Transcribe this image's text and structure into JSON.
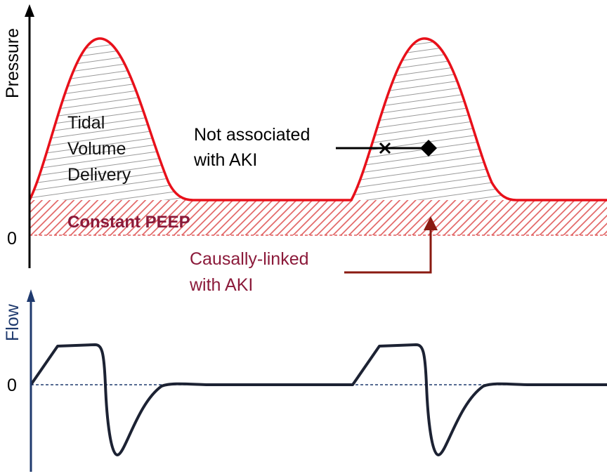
{
  "pressure_panel": {
    "y_axis_label": "Pressure",
    "zero_label": "0",
    "tidal_label_lines": [
      "Tidal",
      "Volume",
      "Delivery"
    ],
    "peep_label": "Constant PEEP",
    "annotation_not_associated_lines": [
      "Not associated",
      "with AKI"
    ],
    "annotation_causal_lines": [
      "Causally-linked",
      "with AKI"
    ]
  },
  "flow_panel": {
    "y_axis_label": "Flow",
    "zero_label": "0"
  },
  "colors": {
    "pressure_curve": "#e8101a",
    "peep_fill": "#e05a5a",
    "peep_text": "#8b1a3a",
    "causal_text": "#8b1a3a",
    "causal_arrow": "#8a1a10",
    "flow_axis": "#1f3a6e",
    "flow_curve": "#1c2233",
    "hatch": "#9a9a9a",
    "axis": "#000000"
  },
  "icons": [
    "cross-marker-icon",
    "diamond-marker-icon",
    "arrow-up-icon"
  ]
}
